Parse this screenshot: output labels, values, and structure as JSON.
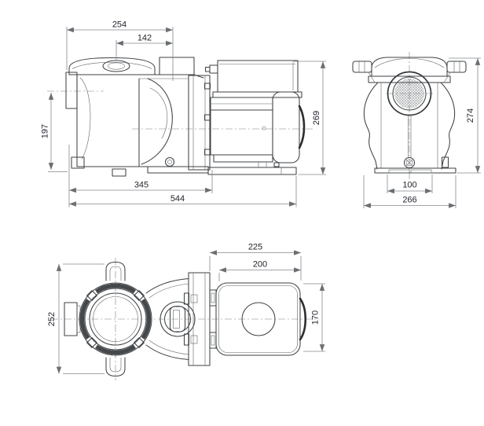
{
  "drawing": {
    "colors": {
      "outline": "#3f4245",
      "dimension_lines": "#85888b",
      "labels": "#23252e",
      "background": "#ffffff"
    }
  },
  "side_view": {
    "dims": {
      "top_span": "254",
      "top_inner_span": "142",
      "inlet_height": "197",
      "body_length": "345",
      "overall_length": "544",
      "height": "269"
    }
  },
  "front_view": {
    "dims": {
      "height": "274",
      "foot_span": "100",
      "width": "266"
    }
  },
  "top_view": {
    "dims": {
      "drive_length": "225",
      "motor_length": "200",
      "width": "252",
      "motor_width": "170"
    }
  }
}
